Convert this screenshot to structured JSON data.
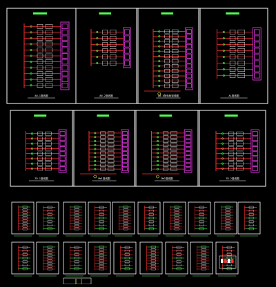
{
  "canvas": {
    "background": "#000000"
  },
  "colors": {
    "frame": "#ffffff",
    "wire_red": "#ff3030",
    "wire_magenta": "#ff40ff",
    "wire_green": "#40ff40",
    "box_white": "#e8e8e8",
    "label_green": "#50ff50",
    "title_white": "#ffffff",
    "accent_yellow": "#ffff40",
    "accent_cyan": "#40e0ff"
  },
  "panels": {
    "row1": [
      {
        "caption": "AB-1竖线图",
        "lines": 11,
        "style": "tall"
      },
      {
        "caption": "AB-2竖线图",
        "lines": 6,
        "style": "mid"
      },
      {
        "caption": "AB-3配电柜竖线图",
        "lines": 12,
        "style": "dense"
      },
      {
        "caption": "AL竖线图",
        "lines": 8,
        "style": "mid"
      }
    ],
    "row2": [
      {
        "caption": "ZD-1竖线图",
        "lines": 8,
        "style": "mid"
      },
      {
        "caption": "DW1竖线图",
        "lines": 10,
        "style": "dense"
      },
      {
        "caption": "DW2竖线图",
        "lines": 10,
        "style": "dense"
      },
      {
        "caption": "ZD-2竖线图",
        "lines": 8,
        "style": "mid"
      }
    ]
  }
}
